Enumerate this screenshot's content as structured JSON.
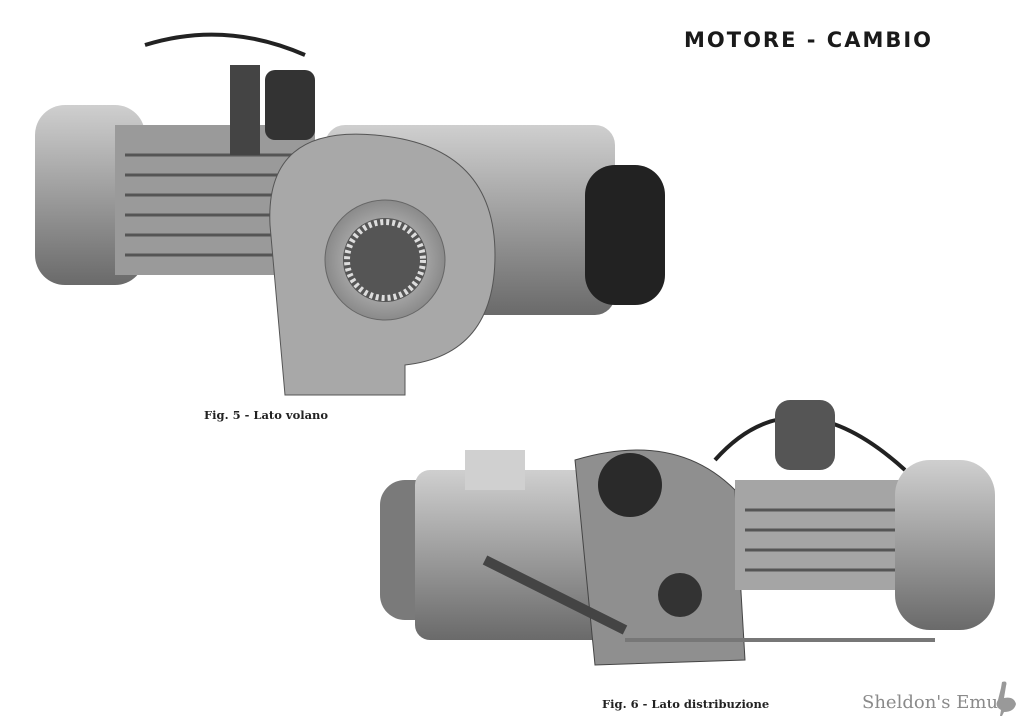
{
  "page": {
    "title": "MOTORE - CAMBIO",
    "figures": [
      {
        "caption": "Fig. 5 - Lato volano"
      },
      {
        "caption": "Fig. 6 - Lato distribuzione"
      }
    ],
    "watermark": "Sheldon's Emu"
  }
}
